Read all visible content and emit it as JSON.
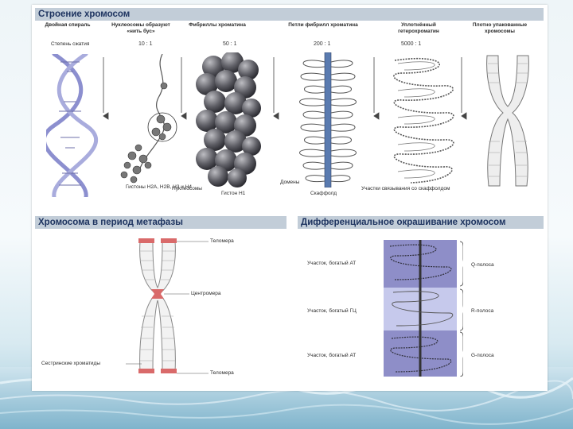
{
  "top_section": {
    "title": "Строение хромосом",
    "stages": [
      {
        "label": "Двойная спираль"
      },
      {
        "label": "Нуклеосомы образуют «нить бус»",
        "ratio": "10 : 1"
      },
      {
        "label": "Фибриллы хроматина",
        "ratio": "50 : 1"
      },
      {
        "label": "Петли фибрилл хроматина",
        "ratio": "200 : 1"
      },
      {
        "label": "Уплотнённый гетерохроматин",
        "ratio": "5000 : 1"
      },
      {
        "label": "Плотно упакованные хромосомы"
      }
    ],
    "compaction_label": "Степень сжатия",
    "annotations": {
      "histones_core": "Гистоны H2A, H2B, H3 и H4",
      "nucleosomes": "Нуклеосомы",
      "histone_h1": "Гистон H1",
      "domains": "Домены",
      "scaffold": "Скаффолд",
      "attachment": "Участки связывания со скаффолдом"
    }
  },
  "metaphase_section": {
    "title": "Хромосома в период метафазы",
    "labels": {
      "telomere_top": "Теломера",
      "centromere": "Центромера",
      "sister_chromatids": "Сестринские хроматиды",
      "telomere_bottom": "Теломера"
    }
  },
  "staining_section": {
    "title": "Дифференциальное окрашивание хромосом",
    "regions": [
      {
        "left": "Участок, богатый АТ",
        "right": "Q-полоса"
      },
      {
        "left": "Участок, богатый ГЦ",
        "right": "R-полоса"
      },
      {
        "left": "Участок, богатый АТ",
        "right": "G-полоса"
      }
    ]
  },
  "colors": {
    "header_bg": "#c2cdd8",
    "header_text": "#1e3460",
    "band_dark": "#8e8ec8",
    "band_light": "#c6c9ec",
    "telomere": "#d96a6a",
    "dna_strand": "#8c8fcf"
  }
}
